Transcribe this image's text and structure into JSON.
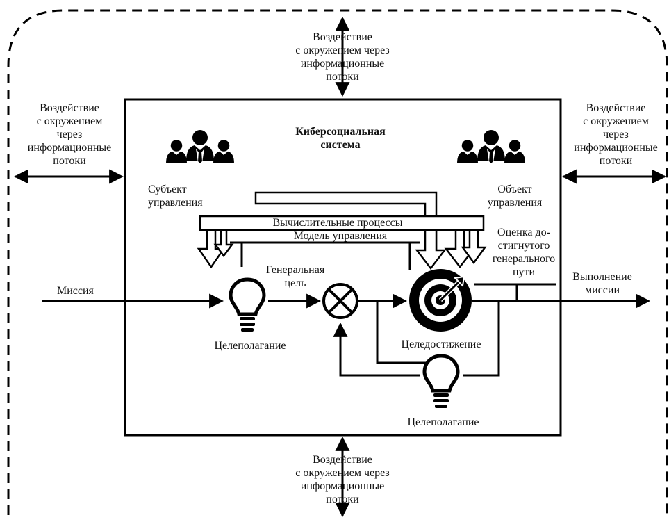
{
  "diagram": {
    "system_title": "Кибер­социальная система",
    "system_title_lines": [
      "Киберсоциальная",
      "система"
    ],
    "env_top_lines": [
      "Воздействие",
      "с окружением через",
      "информационные",
      "потоки"
    ],
    "env_bottom_lines": [
      "Воздействие",
      "с окружением через",
      "информационные",
      "потоки"
    ],
    "env_left_lines": [
      "Воздействие",
      "с окружением",
      "через",
      "информационные",
      "потоки"
    ],
    "env_right_lines": [
      "Воздействие",
      "с окружением",
      "через",
      "информационные",
      "потоки"
    ],
    "subject_lines": [
      "Субъект",
      "управления"
    ],
    "object_lines": [
      "Объект",
      "управления"
    ],
    "computing_processes": "Вычислительные процессы",
    "control_model": "Модель управления",
    "mission": "Миссия",
    "general_goal_lines": [
      "Генеральная",
      "цель"
    ],
    "evaluation_lines": [
      "Оценка до-",
      "стигнутого",
      "генерального",
      "пути"
    ],
    "mission_execution_lines": [
      "Выполнение",
      "миссии"
    ],
    "goal_setting_1": "Целеполагание",
    "goal_achievement": "Целедостижение",
    "goal_setting_2": "Целеполагание"
  }
}
